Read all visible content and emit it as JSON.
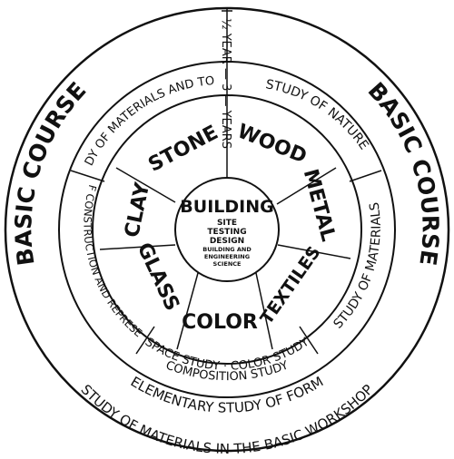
{
  "outer_ring": {
    "left_label": "BASIC COURSE",
    "right_label": "BASIC COURSE",
    "bottom_line_1": "ELEMENTARY STUDY OF FORM",
    "bottom_line_2": "STUDY OF MATERIALS IN THE BASIC WORKSHOP"
  },
  "year_axis": {
    "top_label": "½ YEAR",
    "lower_label": "— 3 — YEARS"
  },
  "middle_ring": {
    "top_left": "STUDY OF MATERIALS AND TOOLS",
    "top_right": "STUDY OF NATURE",
    "left": "STUDY OF CONSTRUCTION AND REPRESENTATION",
    "right": "STUDY OF MATERIALS",
    "bottom_line_1": "SPACE STUDY · COLOR STUDY",
    "bottom_line_2": "COMPOSITION STUDY"
  },
  "inner_ring": {
    "stone": "STONE",
    "wood": "WOOD",
    "clay": "CLAY",
    "metal": "METAL",
    "glass": "GLASS",
    "textiles": "TEXTILES",
    "color": "COLOR"
  },
  "center": {
    "title": "BUILDING",
    "line_1": "SITE",
    "line_2": "TESTING",
    "line_3": "DESIGN",
    "line_4": "BUILDING AND",
    "line_5": "ENGINEERING",
    "line_6": "SCIENCE"
  }
}
